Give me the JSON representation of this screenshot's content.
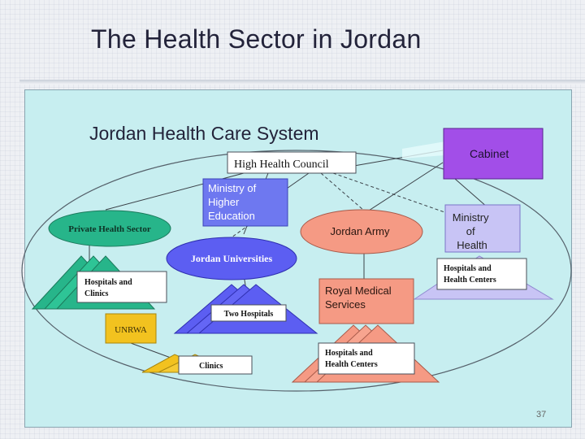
{
  "slide": {
    "title": "The Health Sector in Jordan",
    "page_number": "37"
  },
  "diagram": {
    "heading": "Jordan Health Care System",
    "nodes": {
      "high_health_council": "High Health Council",
      "cabinet": "Cabinet",
      "ministry_higher_education": [
        "Ministry of",
        "Higher",
        "Education"
      ],
      "ministry_health": [
        "Ministry",
        "of",
        "Health"
      ],
      "private_health_sector": "Private Health Sector",
      "jordan_universities": "Jordan Universities",
      "jordan_army": "Jordan Army",
      "royal_medical_services": [
        "Royal Medical",
        "Services"
      ],
      "unrwa": "UNRWA",
      "private_hospitals_clinics": [
        "Hospitals and",
        "Clinics"
      ],
      "two_hospitals": "Two Hospitals",
      "unrwa_clinics": "Clinics",
      "army_hospitals_centers": [
        "Hospitals and",
        "Health Centers"
      ],
      "moh_hospitals_centers": [
        "Hospitals and",
        "Health Centers"
      ]
    },
    "colors": {
      "background": "#c7eef0",
      "cabinet": "#a24ee8",
      "ministry_higher_education": "#6e78f0",
      "ministry_health": "#c8c4f5",
      "private_sector": "#27b58a",
      "universities": "#5c5ef2",
      "army": "#f59a84",
      "unrwa": "#f2c21f"
    }
  }
}
